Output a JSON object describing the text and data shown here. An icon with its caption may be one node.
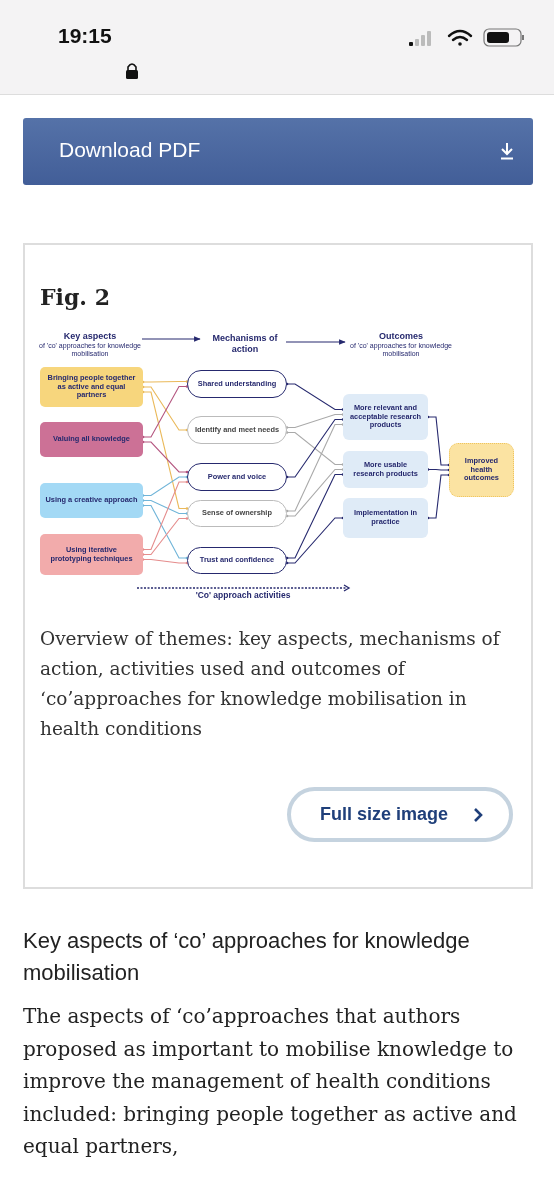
{
  "diagram": {
    "title": "Fig. 2",
    "caption": "Overview of themes: key aspects, mechanisms of action, activities used and outcomes of ‘co’approaches for knowledge mobilisation in health conditions",
    "nodes": [
      {
        "text": [
          "Bringing people together as active and equal partners"
        ]
      },
      {
        "text": [
          "Valuing all knowledge"
        ]
      },
      {
        "text": [
          "Using a creative approach"
        ]
      },
      {
        "text": [
          "Using iterative prototyping techniques"
        ]
      },
      {
        "text": [
          "Shared understanding"
        ]
      },
      {
        "text": [
          "Identify and meet needs"
        ]
      },
      {
        "text": [
          "Power and voice"
        ]
      },
      {
        "text": [
          "Sense of ownership"
        ]
      },
      {
        "text": [
          "Trust and confidence"
        ]
      },
      {
        "text": [
          "More relevant and acceptable research products"
        ]
      },
      {
        "text": [
          "More usable research products"
        ]
      },
      {
        "text": [
          "Implementation in practice"
        ]
      },
      {
        "text": [
          "Improved health outcomes"
        ]
      },
      {
        "text": [
          "Key aspects",
          "of 'co' approaches for knowledge mobilisation"
        ]
      },
      {
        "text": [
          "Mechanisms of action"
        ]
      },
      {
        "text": [
          "Outcomes",
          "of 'co' approaches for knowledge mobilisation"
        ]
      }
    ],
    "edges": [
      {
        "from": 13,
        "to": 14,
        "arrow": "to"
      },
      {
        "from": 14,
        "to": 15,
        "arrow": "to"
      },
      {
        "from": 0,
        "to": 4,
        "arrow": "other",
        "color": "#eab95a"
      },
      {
        "from": 0,
        "to": 5,
        "arrow": "other",
        "color": "#eab95a"
      },
      {
        "from": 0,
        "to": 7,
        "arrow": "other",
        "color": "#eab95a"
      },
      {
        "from": 1,
        "to": 4,
        "arrow": "other",
        "color": "#b4557f"
      },
      {
        "from": 1,
        "to": 6,
        "arrow": "other",
        "color": "#b4557f"
      },
      {
        "from": 2,
        "to": 6,
        "arrow": "other",
        "color": "#6fb4d8"
      },
      {
        "from": 2,
        "to": 7,
        "arrow": "other",
        "color": "#6fb4d8"
      },
      {
        "from": 2,
        "to": 8,
        "arrow": "other",
        "color": "#6fb4d8"
      },
      {
        "from": 3,
        "to": 6,
        "arrow": "other",
        "color": "#e58c8c"
      },
      {
        "from": 3,
        "to": 7,
        "arrow": "other",
        "color": "#e58c8c"
      },
      {
        "from": 3,
        "to": 8,
        "arrow": "other",
        "color": "#e58c8c"
      },
      {
        "from": 4,
        "to": 9,
        "arrow": "other"
      },
      {
        "from": 5,
        "to": 9,
        "arrow": "other",
        "color": "#a9a9a9"
      },
      {
        "from": 5,
        "to": 10,
        "arrow": "other",
        "color": "#a9a9a9"
      },
      {
        "from": 6,
        "to": 9,
        "arrow": "other"
      },
      {
        "from": 7,
        "to": 9,
        "arrow": "other",
        "color": "#a9a9a9"
      },
      {
        "from": 7,
        "to": 10,
        "arrow": "other",
        "color": "#a9a9a9"
      },
      {
        "from": 8,
        "to": 10,
        "arrow": "other"
      },
      {
        "from": 8,
        "to": 11,
        "arrow": "other"
      },
      {
        "from": 9,
        "to": 12,
        "arrow": "other"
      },
      {
        "from": 10,
        "to": 12,
        "arrow": "other"
      },
      {
        "from": 11,
        "to": 12,
        "arrow": "other"
      }
    ],
    "labels": [
      "19:15",
      "Download PDF",
      "'Co' approach activities",
      "Full size image",
      "Key aspects of ‘co’ approaches for knowledge mobilisation",
      "The aspects of ‘co’approaches that authors proposed as important to mobilise knowledge to improve the management of health conditions included: bringing people together as active and equal partners,"
    ]
  }
}
